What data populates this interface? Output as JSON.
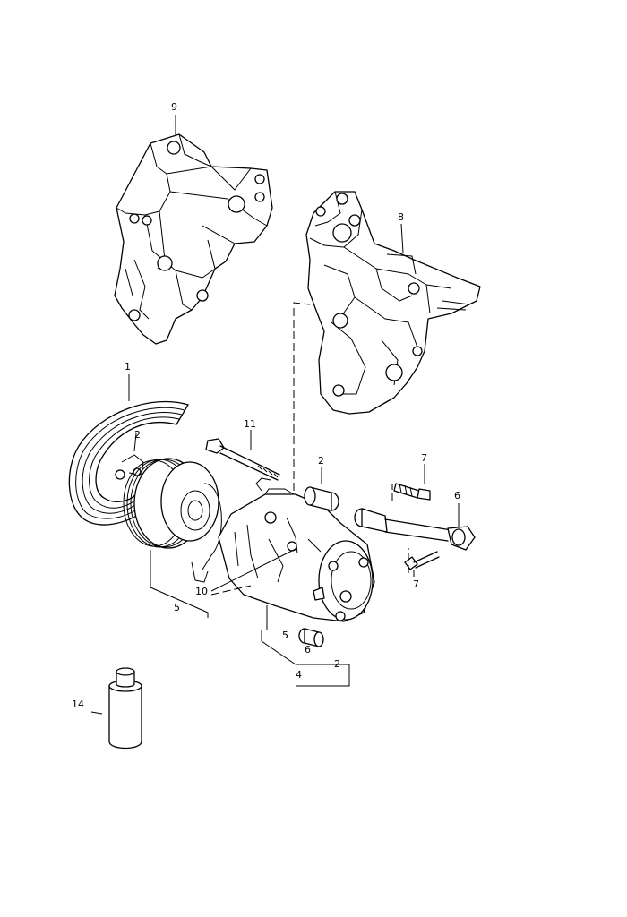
{
  "callouts": {
    "c1": "1",
    "c2a": "2",
    "c2b": "2",
    "c2c": "2",
    "c4": "4",
    "c5a": "5",
    "c5b": "5",
    "c6a": "6",
    "c6b": "6",
    "c7a": "7",
    "c7b": "7",
    "c8": "8",
    "c9": "9",
    "c10": "10",
    "c11": "11",
    "c14": "14"
  }
}
